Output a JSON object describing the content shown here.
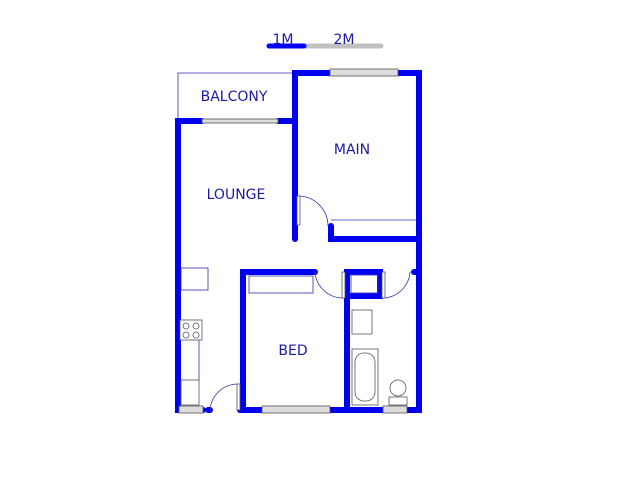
{
  "scale_bar": {
    "label_1": "1M",
    "label_2": "2M"
  },
  "rooms": {
    "balcony": "BALCONY",
    "main": "MAIN",
    "lounge": "LOUNGE",
    "bed": "BED"
  },
  "colors": {
    "wall": "#0000f0",
    "label": "#1a1aa8",
    "scale_gray": "#c0c0c0"
  }
}
